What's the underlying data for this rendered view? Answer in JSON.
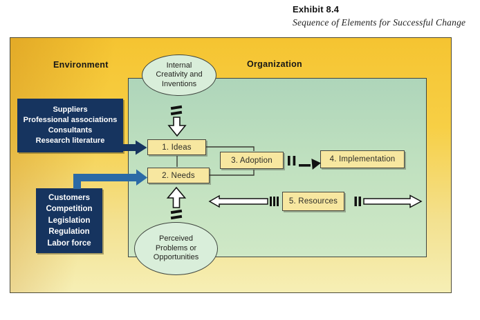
{
  "header": {
    "exhibit": "Exhibit 8.4",
    "subtitle": "Sequence of Elements for Successful Change"
  },
  "regions": {
    "environment": "Environment",
    "organization": "Organization"
  },
  "ovals": {
    "internal_creativity": {
      "lines": [
        "Internal",
        "Creativity and",
        "Inventions"
      ]
    },
    "perceived_problems": {
      "lines": [
        "Perceived",
        "Problems or",
        "Opportunities"
      ]
    }
  },
  "boxes": {
    "ideas": "1. Ideas",
    "needs": "2. Needs",
    "adoption": "3. Adoption",
    "implementation": "4. Implementation",
    "resources": "5. Resources"
  },
  "environment_sources": {
    "upper": [
      "Suppliers",
      "Professional associations",
      "Consultants",
      "Research literature"
    ],
    "lower": [
      "Customers",
      "Competition",
      "Legislation",
      "Regulation",
      "Labor force"
    ]
  },
  "colors": {
    "gold_top": "#f5c431",
    "gold_bottom": "#f6efb5",
    "green_panel": "#bfe0bf",
    "oval_fill": "#d9eeda",
    "process_box_fill": "#f7e7a0",
    "navy_box": "#16345f",
    "blue_arrow": "#2b6aa6"
  }
}
